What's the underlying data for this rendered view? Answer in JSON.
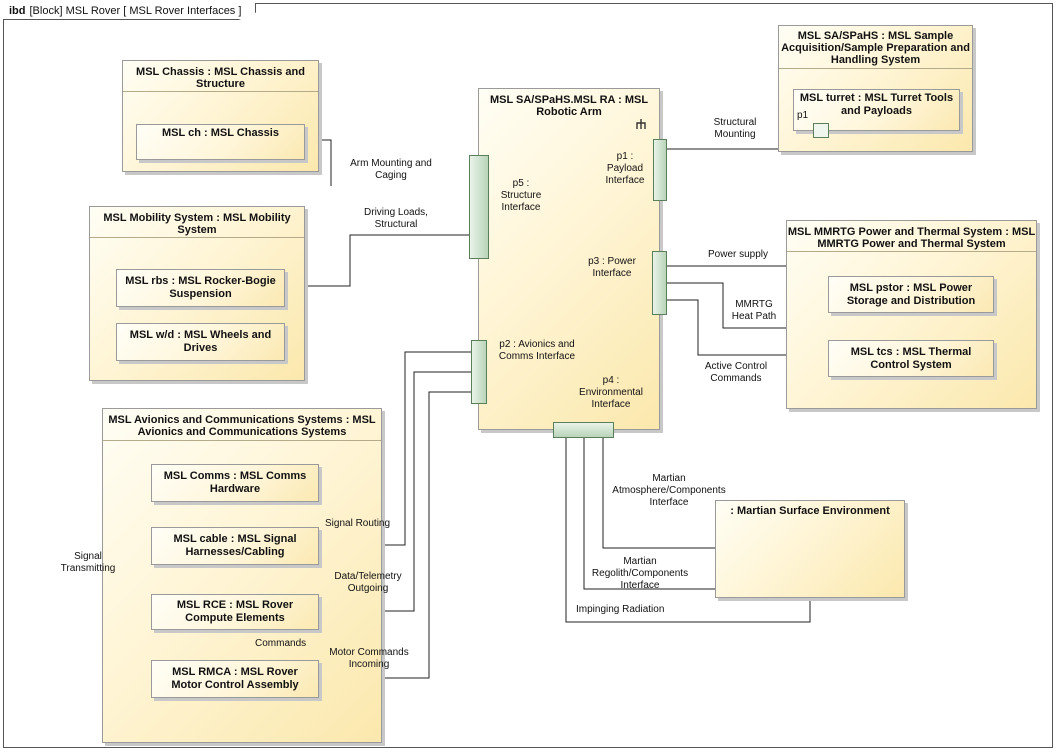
{
  "frame": {
    "kind": "ibd",
    "title": "[Block] MSL Rover [ MSL Rover Interfaces ]"
  },
  "parts": {
    "chassis": {
      "title": "MSL Chassis : MSL Chassis and Structure",
      "inner": [
        "MSL ch : MSL Chassis"
      ]
    },
    "mobility": {
      "title": "MSL Mobility System : MSL Mobility System",
      "inner": [
        "MSL rbs : MSL Rocker-Bogie Suspension",
        "MSL w/d : MSL Wheels and Drives"
      ]
    },
    "avionics": {
      "title": "MSL Avionics and Communications Systems : MSL Avionics and Communications Systems",
      "inner": [
        "MSL Comms : MSL Comms Hardware",
        "MSL cable : MSL Signal Harnesses/Cabling",
        "MSL RCE : MSL Rover Compute Elements",
        "MSL RMCA : MSL Rover Motor Control Assembly"
      ]
    },
    "arm": {
      "title": "MSL SA/SPaHS.MSL RA : MSL Robotic Arm",
      "icon": "decomposition-fork-icon"
    },
    "sample": {
      "title": "MSL SA/SPaHS : MSL Sample Acquisition/Sample Preparation and Handling System",
      "inner": [
        "MSL turret : MSL Turret Tools and Payloads"
      ],
      "port": "p1"
    },
    "power": {
      "title": "MSL MMRTG Power and Thermal System : MSL MMRTG Power and Thermal System",
      "inner": [
        "MSL pstor : MSL Power Storage and Distribution",
        "MSL tcs : MSL Thermal Control System"
      ]
    },
    "mars": {
      "title": ": Martian Surface Environment"
    }
  },
  "ports": {
    "p5": "p5 : Structure Interface",
    "p1": "p1 : Payload Interface",
    "p3": "p3 : Power Interface",
    "p2": "p2 : Avionics and Comms Interface",
    "p4": "p4 : Environmental Interface"
  },
  "connectors": {
    "arm_mounting": "Arm Mounting and Caging",
    "driving_loads": "Driving Loads, Structural",
    "structural_mounting": "Structural Mounting",
    "power_supply": "Power supply",
    "mmrtg_heat": "MMRTG Heat Path",
    "active_control": "Active Control Commands",
    "signal_transmitting": "Signal Transmitting",
    "signal_routing": "Signal Routing",
    "data_telemetry": "Data/Telemetry Outgoing",
    "commands": "Commands",
    "motor_commands": "Motor Commands Incoming",
    "martian_atmosphere": "Martian Atmosphere/Components Interface",
    "martian_regolith": "Martian Regolith/Components Interface",
    "impinging_radiation": "Impinging Radiation"
  }
}
